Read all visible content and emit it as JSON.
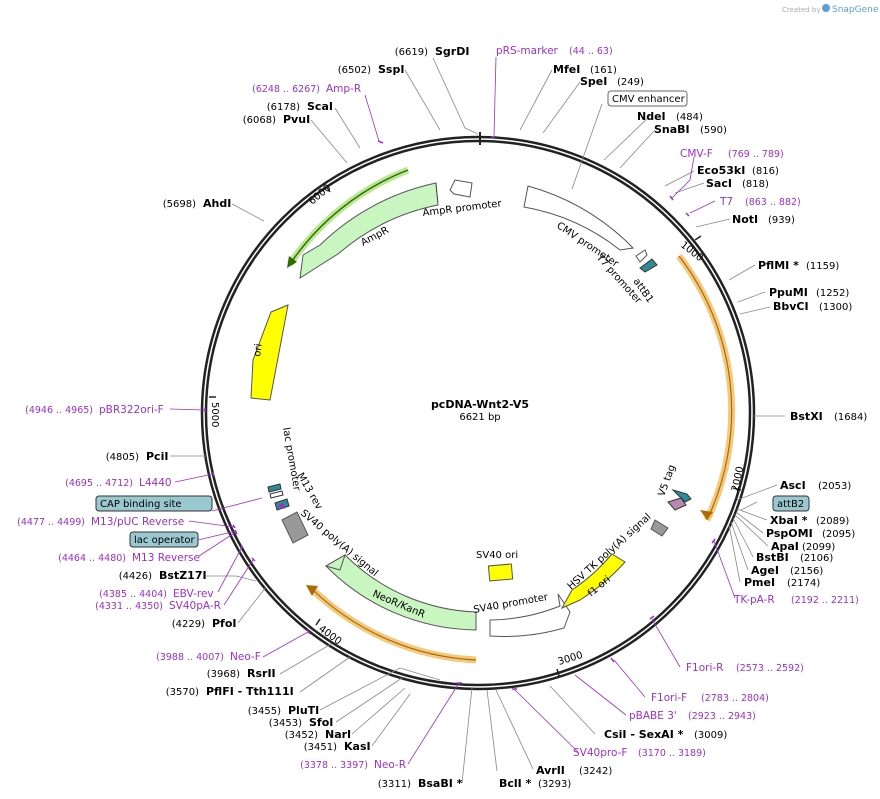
{
  "credit": {
    "created_by": "Created by",
    "brand": "SnapGene"
  },
  "plasmid": {
    "name": "pcDNA-Wnt2-V5",
    "length": "6621 bp"
  },
  "ticks": [
    "1000",
    "2000",
    "3000",
    "4000",
    "5000",
    "6000"
  ],
  "enzymes": [
    {
      "pos": "(6619)",
      "name": "SgrDI"
    },
    {
      "pos": "(6502)",
      "name": "SspI"
    },
    {
      "pos": "(6178)",
      "name": "ScaI"
    },
    {
      "pos": "(6068)",
      "name": "PvuI"
    },
    {
      "pos": "(5698)",
      "name": "AhdI"
    },
    {
      "pos": "(4805)",
      "name": "PciI"
    },
    {
      "pos": "(4426)",
      "name": "BstZ17I"
    },
    {
      "pos": "(4229)",
      "name": "PfoI"
    },
    {
      "pos": "(3968)",
      "name": "RsrII"
    },
    {
      "pos": "(3570)",
      "name": "PflFI  - Tth111I"
    },
    {
      "pos": "(3455)",
      "name": "PluTI"
    },
    {
      "pos": "(3453)",
      "name": "SfoI"
    },
    {
      "pos": "(3452)",
      "name": "NarI"
    },
    {
      "pos": "(3451)",
      "name": "KasI"
    },
    {
      "pos": "(3311)",
      "name": "BsaBI *"
    },
    {
      "pos": "(3293)",
      "name": "BclI *"
    },
    {
      "pos": "(3242)",
      "name": "AvrII"
    },
    {
      "pos": "(3009)",
      "name": "CsiI  - SexAI *"
    },
    {
      "pos": "(161)",
      "name": "MfeI"
    },
    {
      "pos": "(249)",
      "name": "SpeI"
    },
    {
      "pos": "(484)",
      "name": "NdeI"
    },
    {
      "pos": "(590)",
      "name": "SnaBI"
    },
    {
      "pos": "(816)",
      "name": "Eco53kI"
    },
    {
      "pos": "(818)",
      "name": "SacI"
    },
    {
      "pos": "(939)",
      "name": "NotI"
    },
    {
      "pos": "(1159)",
      "name": "PflMI *"
    },
    {
      "pos": "(1252)",
      "name": "PpuMI"
    },
    {
      "pos": "(1300)",
      "name": "BbvCI"
    },
    {
      "pos": "(1684)",
      "name": "BstXI"
    },
    {
      "pos": "(2053)",
      "name": "AscI"
    },
    {
      "pos": "(2089)",
      "name": "XbaI *"
    },
    {
      "pos": "(2095)",
      "name": "PspOMI"
    },
    {
      "pos": "(2099)",
      "name": "ApaI"
    },
    {
      "pos": "(2106)",
      "name": "BstBI"
    },
    {
      "pos": "(2156)",
      "name": "AgeI"
    },
    {
      "pos": "(2174)",
      "name": "PmeI"
    }
  ],
  "primers": [
    {
      "name": "pRS-marker",
      "range": "(44 .. 63)"
    },
    {
      "name": "Amp-R",
      "range": "(6248 .. 6267)"
    },
    {
      "name": "CMV-F",
      "range": "(769 .. 789)"
    },
    {
      "name": "T7",
      "range": "(863 .. 882)"
    },
    {
      "name": "pBR322ori-F",
      "range": "(4946 .. 4965)"
    },
    {
      "name": "L4440",
      "range": "(4695 .. 4712)"
    },
    {
      "name": "M13/pUC Reverse",
      "range": "(4477 .. 4499)"
    },
    {
      "name": "M13 Reverse",
      "range": "(4464 .. 4480)"
    },
    {
      "name": "EBV-rev",
      "range": "(4385 .. 4404)"
    },
    {
      "name": "SV40pA-R",
      "range": "(4331 .. 4350)"
    },
    {
      "name": "Neo-F",
      "range": "(3988 .. 4007)"
    },
    {
      "name": "Neo-R",
      "range": "(3378 .. 3397)"
    },
    {
      "name": "SV40pro-F",
      "range": "(3170 .. 3189)"
    },
    {
      "name": "pBABE 3'",
      "range": "(2923 .. 2943)"
    },
    {
      "name": "F1ori-F",
      "range": "(2783 .. 2804)"
    },
    {
      "name": "F1ori-R",
      "range": "(2573 .. 2592)"
    },
    {
      "name": "TK-pA-R",
      "range": "(2192 .. 2211)"
    }
  ],
  "boxed_features": {
    "cmv_enhancer": "CMV enhancer",
    "cap_binding_site": "CAP binding site",
    "lac_operator": "lac operator",
    "attB2": "attB2"
  },
  "features": {
    "ampr_promoter": "AmpR promoter",
    "ampr": "AmpR",
    "cmv_promoter": "CMV promoter",
    "t7_promoter": "T7 promoter",
    "attB1": "attB1",
    "ori": "ori",
    "lac_promoter": "lac promoter",
    "m13_rev": "M13 rev",
    "sv40_polya": "SV40 poly(A) signal",
    "neor_kanr": "NeoR/KanR",
    "sv40_ori": "SV40 ori",
    "sv40_promoter": "SV40 promoter",
    "f1_ori": "f1 ori",
    "hsv_tk_polya": "HSV TK poly(A) signal",
    "v5_tag": "V5 tag"
  },
  "colors": {
    "primer": "#9b30c8",
    "ampr_fill": "#c8f5c0",
    "ori_fill": "#ffff00",
    "attb": "#9ac8d0",
    "orf_highlight": "#f3c97e"
  }
}
